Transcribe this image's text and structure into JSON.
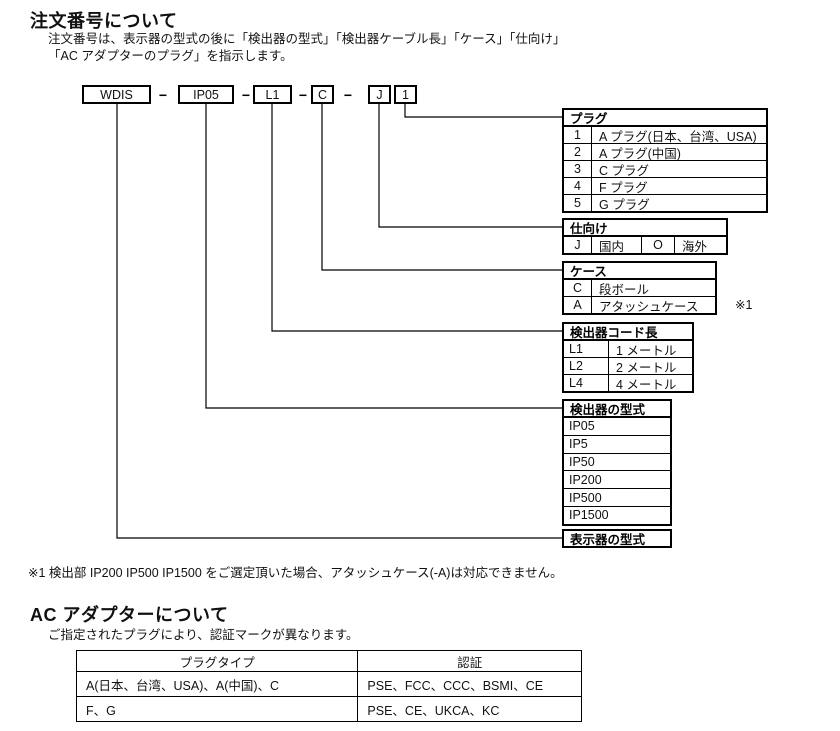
{
  "section1": {
    "title": "注文番号について",
    "description_line1": "注文番号は、表示器の型式の後に「検出器の型式」「検出器ケーブル長」「ケース」「仕向け」",
    "description_line2": "「AC アダプターのプラグ」を指示します。"
  },
  "order_code": {
    "segments": [
      "WDIS",
      "IP05",
      "L1",
      "C",
      "J",
      "1"
    ],
    "separator": "−"
  },
  "tables": {
    "plug": {
      "title": "プラグ",
      "rows": [
        [
          "1",
          "A プラグ(日本、台湾、USA)"
        ],
        [
          "2",
          "A プラグ(中国)"
        ],
        [
          "3",
          "C プラグ"
        ],
        [
          "4",
          "F プラグ"
        ],
        [
          "5",
          "G プラグ"
        ]
      ]
    },
    "destination": {
      "title": "仕向け",
      "cells": [
        "J",
        "国内",
        "O",
        "海外"
      ]
    },
    "case": {
      "title": "ケース",
      "rows": [
        [
          "C",
          "段ボール"
        ],
        [
          "A",
          "アタッシュケース"
        ]
      ],
      "note_ref": "※1"
    },
    "cord_length": {
      "title": "検出器コード長",
      "rows": [
        [
          "L1",
          "1 メートル"
        ],
        [
          "L2",
          "2 メートル"
        ],
        [
          "L4",
          "4 メートル"
        ]
      ]
    },
    "detector_model": {
      "title": "検出器の型式",
      "rows": [
        "IP05",
        "IP5",
        "IP50",
        "IP200",
        "IP500",
        "IP1500"
      ]
    },
    "display_model": {
      "title": "表示器の型式"
    }
  },
  "note1": "※1  検出部 IP200 IP500 IP1500 をご選定頂いた場合、アタッシュケース(-A)は対応できません。",
  "section2": {
    "title": "AC アダプターについて",
    "description": "ご指定されたプラグにより、認証マークが異なります。",
    "table": {
      "headers": [
        "プラグタイプ",
        "認証"
      ],
      "rows": [
        [
          "A(日本、台湾、USA)、A(中国)、C",
          "PSE、FCC、CCC、BSMI、CE"
        ],
        [
          "F、G",
          "PSE、CE、UKCA、KC"
        ]
      ]
    }
  }
}
